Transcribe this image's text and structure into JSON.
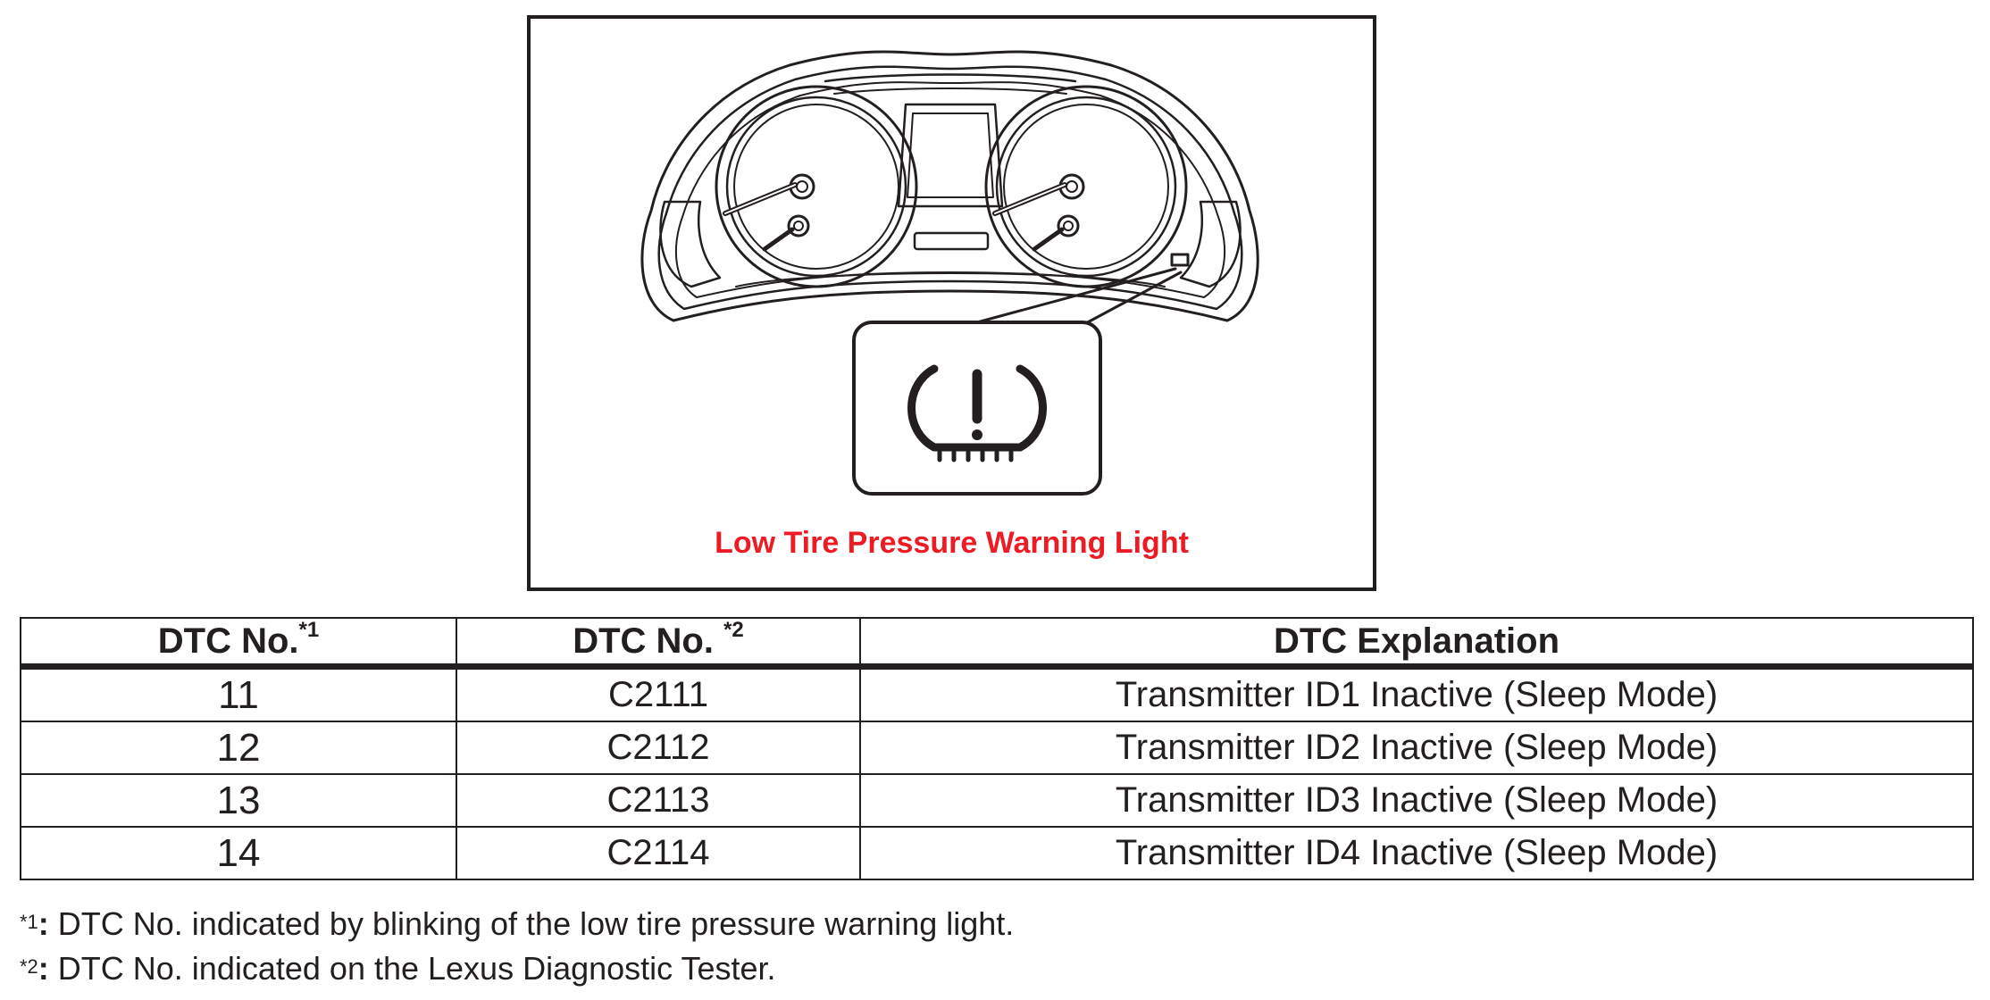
{
  "figure": {
    "caption": "Low Tire Pressure Warning Light",
    "caption_color": "#ed1c24",
    "warning_icon": "tire-pressure-warning-icon"
  },
  "table": {
    "headers": [
      {
        "label": "DTC No.",
        "mark": "*1"
      },
      {
        "label": "DTC No. ",
        "mark": "*2"
      },
      {
        "label": "DTC Explanation",
        "mark": ""
      }
    ],
    "rows": [
      {
        "dtc_blink": "11",
        "dtc_tester": "C2111",
        "explanation": "Transmitter ID1 Inactive (Sleep Mode)"
      },
      {
        "dtc_blink": "12",
        "dtc_tester": "C2112",
        "explanation": "Transmitter ID2 Inactive (Sleep Mode)"
      },
      {
        "dtc_blink": "13",
        "dtc_tester": "C2113",
        "explanation": "Transmitter ID3 Inactive (Sleep Mode)"
      },
      {
        "dtc_blink": "14",
        "dtc_tester": "C2114",
        "explanation": "Transmitter ID4 Inactive (Sleep Mode)"
      }
    ]
  },
  "footnotes": [
    {
      "mark": "*1",
      "colon": ":",
      "text": " DTC No. indicated by blinking of the low tire pressure warning light."
    },
    {
      "mark": "*2",
      "colon": ":",
      "text": " DTC No. indicated on the Lexus Diagnostic Tester."
    }
  ]
}
